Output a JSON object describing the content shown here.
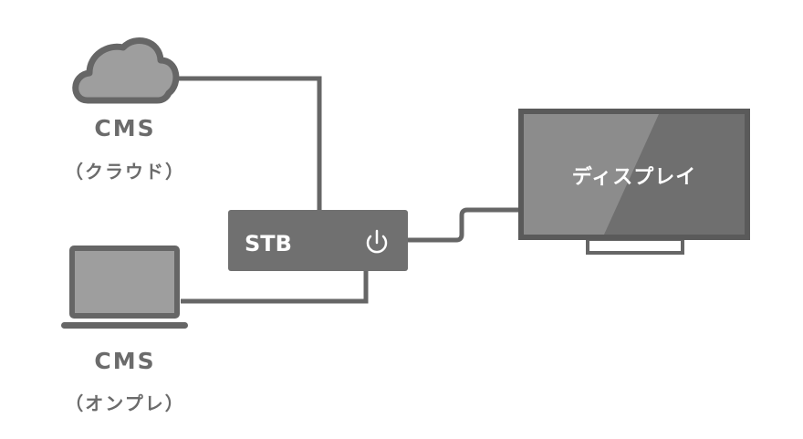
{
  "cloud_cms": {
    "title": "CMS",
    "subtitle": "（クラウド）"
  },
  "onprem_cms": {
    "title": "CMS",
    "subtitle": "（オンプレ）"
  },
  "stb": {
    "label": "STB",
    "icon": "power-icon"
  },
  "display": {
    "label": "ディスプレイ"
  },
  "colors": {
    "line": "#666666",
    "box": "#707070",
    "fill": "#9e9e9e",
    "frame": "#5a5a5a"
  }
}
